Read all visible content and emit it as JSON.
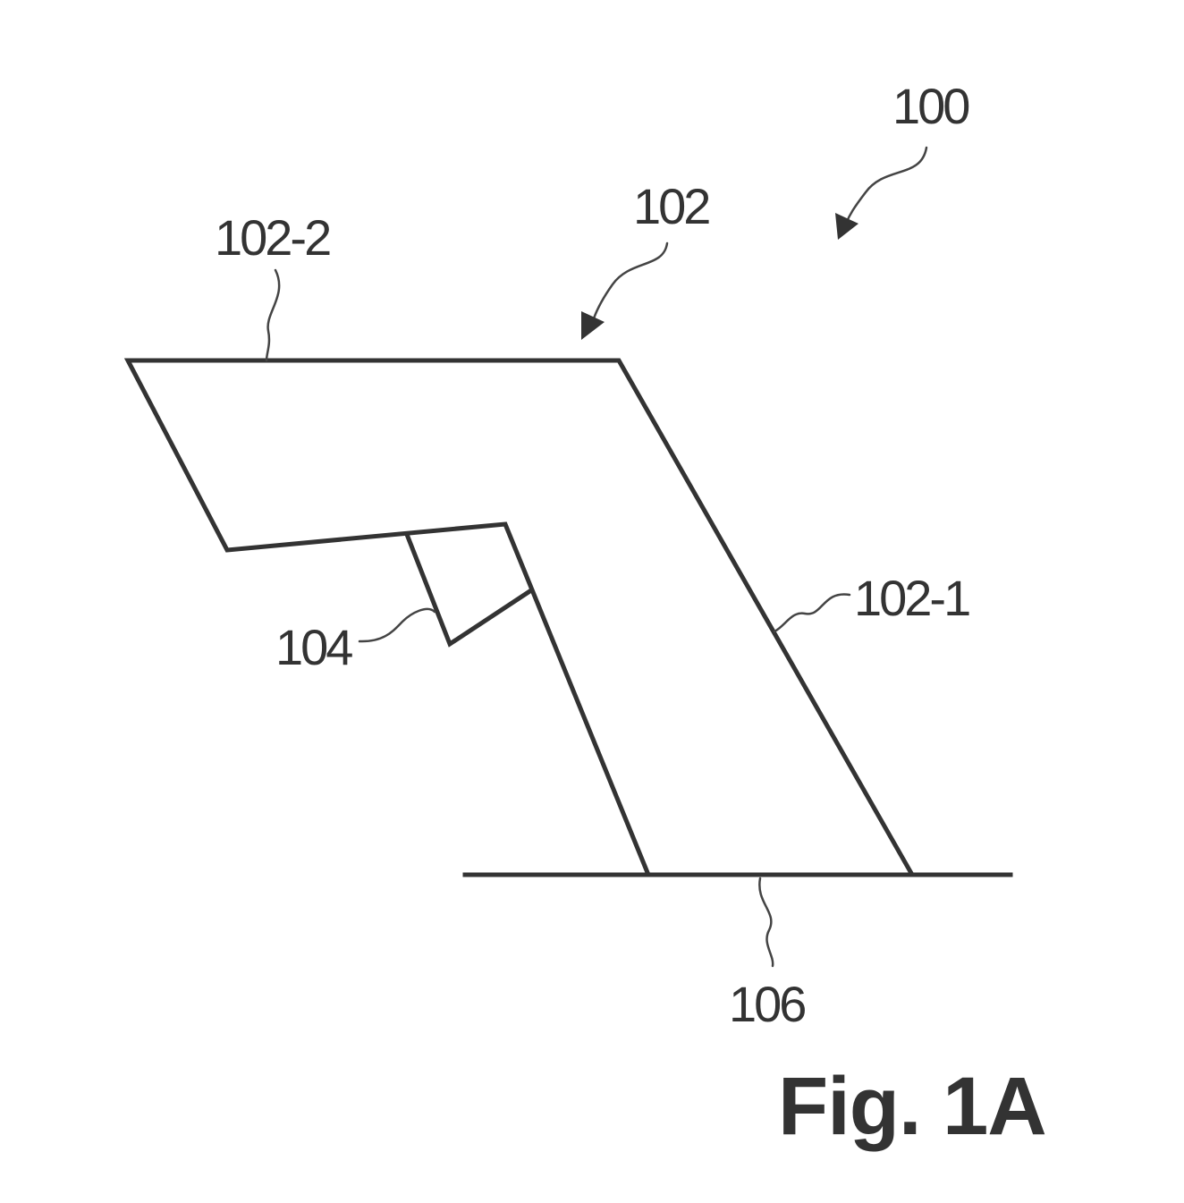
{
  "labels": {
    "assembly": "100",
    "housing": "102",
    "housing_part_2": "102-2",
    "housing_part_1": "102-1",
    "component": "104",
    "base": "106"
  },
  "figure_caption": "Fig. 1A"
}
